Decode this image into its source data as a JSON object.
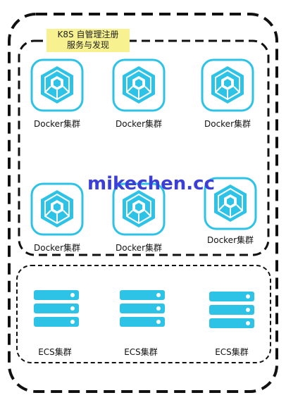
{
  "note": {
    "line1": "K8S 自管理注册",
    "line2": "服务与发现"
  },
  "docker_label": "Docker集群",
  "ecs_label": "ECS集群",
  "watermark": "mikechen.cc",
  "colors": {
    "accent": "#2cc3e6",
    "tile_border": "#2cc3e6",
    "note_bg": "#f7f28f",
    "watermark": "#3b3fd8"
  },
  "icons": {
    "docker": "cube-cluster-icon",
    "ecs": "server-stack-icon"
  }
}
